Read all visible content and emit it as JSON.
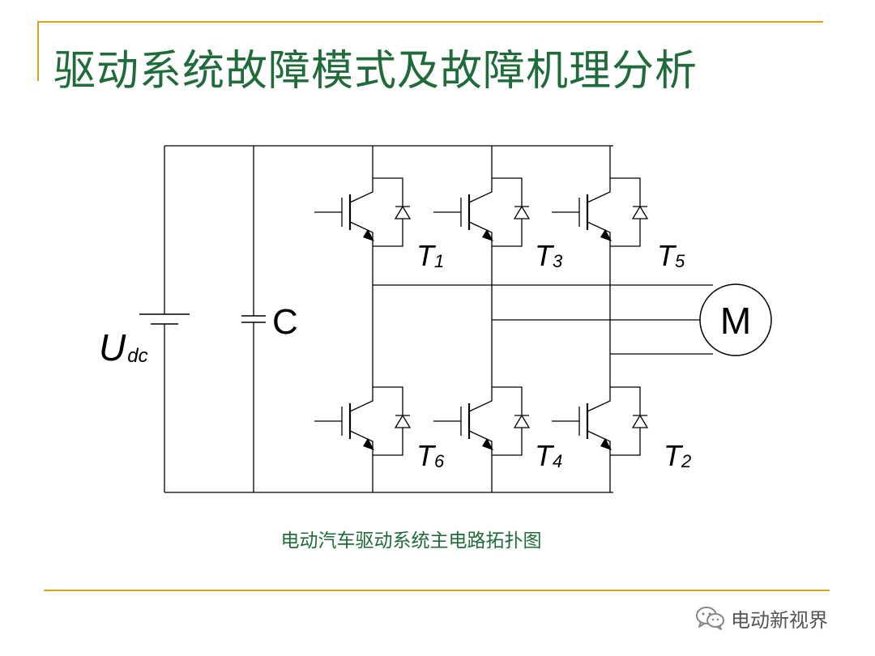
{
  "title": "驱动系统故障模式及故障机理分析",
  "caption": "电动汽车驱动系统主电路拓扑图",
  "watermark": {
    "text": "电动新视界",
    "icon": "wechat-icon"
  },
  "circuit": {
    "source_label": {
      "main": "U",
      "sub": "dc"
    },
    "capacitor_label": "C",
    "motor_label": "M",
    "switches": [
      {
        "main": "T",
        "sub": "1"
      },
      {
        "main": "T",
        "sub": "3"
      },
      {
        "main": "T",
        "sub": "5"
      },
      {
        "main": "T",
        "sub": "6"
      },
      {
        "main": "T",
        "sub": "4"
      },
      {
        "main": "T",
        "sub": "2"
      }
    ]
  },
  "colors": {
    "accent_line": "#d9a21b",
    "title_text": "#1f6b3a",
    "wire": "#000000"
  }
}
